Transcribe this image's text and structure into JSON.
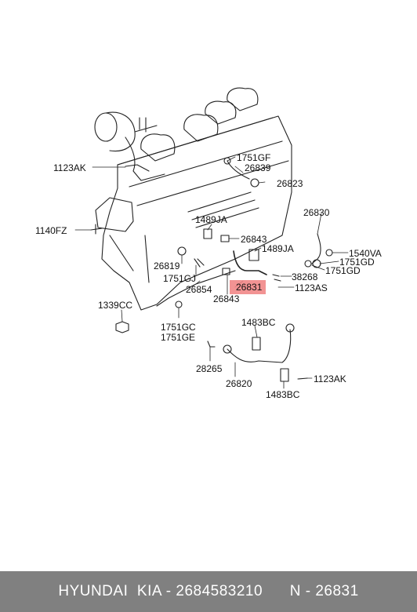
{
  "diagram": {
    "labels": [
      {
        "id": "l1751gf",
        "text": "1751GF"
      },
      {
        "id": "l26839",
        "text": "26839"
      },
      {
        "id": "l1123ak_top",
        "text": "1123AK"
      },
      {
        "id": "l26823",
        "text": "26823"
      },
      {
        "id": "l26830",
        "text": "26830"
      },
      {
        "id": "l1489ja_a",
        "text": "1489JA"
      },
      {
        "id": "l1140fz",
        "text": "1140FZ"
      },
      {
        "id": "l26843_a",
        "text": "26843"
      },
      {
        "id": "l1540va",
        "text": "1540VA"
      },
      {
        "id": "l1489ja_b",
        "text": "1489JA"
      },
      {
        "id": "l1751gd_a",
        "text": "1751GD"
      },
      {
        "id": "l26819",
        "text": "26819"
      },
      {
        "id": "l1751gd_b",
        "text": "1751GD"
      },
      {
        "id": "l1751gj",
        "text": "1751GJ"
      },
      {
        "id": "l38268",
        "text": "38268"
      },
      {
        "id": "l26854",
        "text": "26854"
      },
      {
        "id": "l26831",
        "text": "26831"
      },
      {
        "id": "l1123as",
        "text": "1123AS"
      },
      {
        "id": "l26843_b",
        "text": "26843"
      },
      {
        "id": "l1339cc",
        "text": "1339CC"
      },
      {
        "id": "l1483bc_a",
        "text": "1483BC"
      },
      {
        "id": "l1751gc",
        "text": "1751GC"
      },
      {
        "id": "l1751ge",
        "text": "1751GE"
      },
      {
        "id": "l28265",
        "text": "28265"
      },
      {
        "id": "l1123ak_bot",
        "text": "1123AK"
      },
      {
        "id": "l26820",
        "text": "26820"
      },
      {
        "id": "l1483bc_b",
        "text": "1483BC"
      }
    ],
    "highlight_part": "26831",
    "highlight_color": "#f08080",
    "line_color": "#222222"
  },
  "footer": {
    "text": "HYUNDAI  KIA - 2684583210      N - 26831",
    "background": "#808080",
    "color": "#ffffff"
  }
}
